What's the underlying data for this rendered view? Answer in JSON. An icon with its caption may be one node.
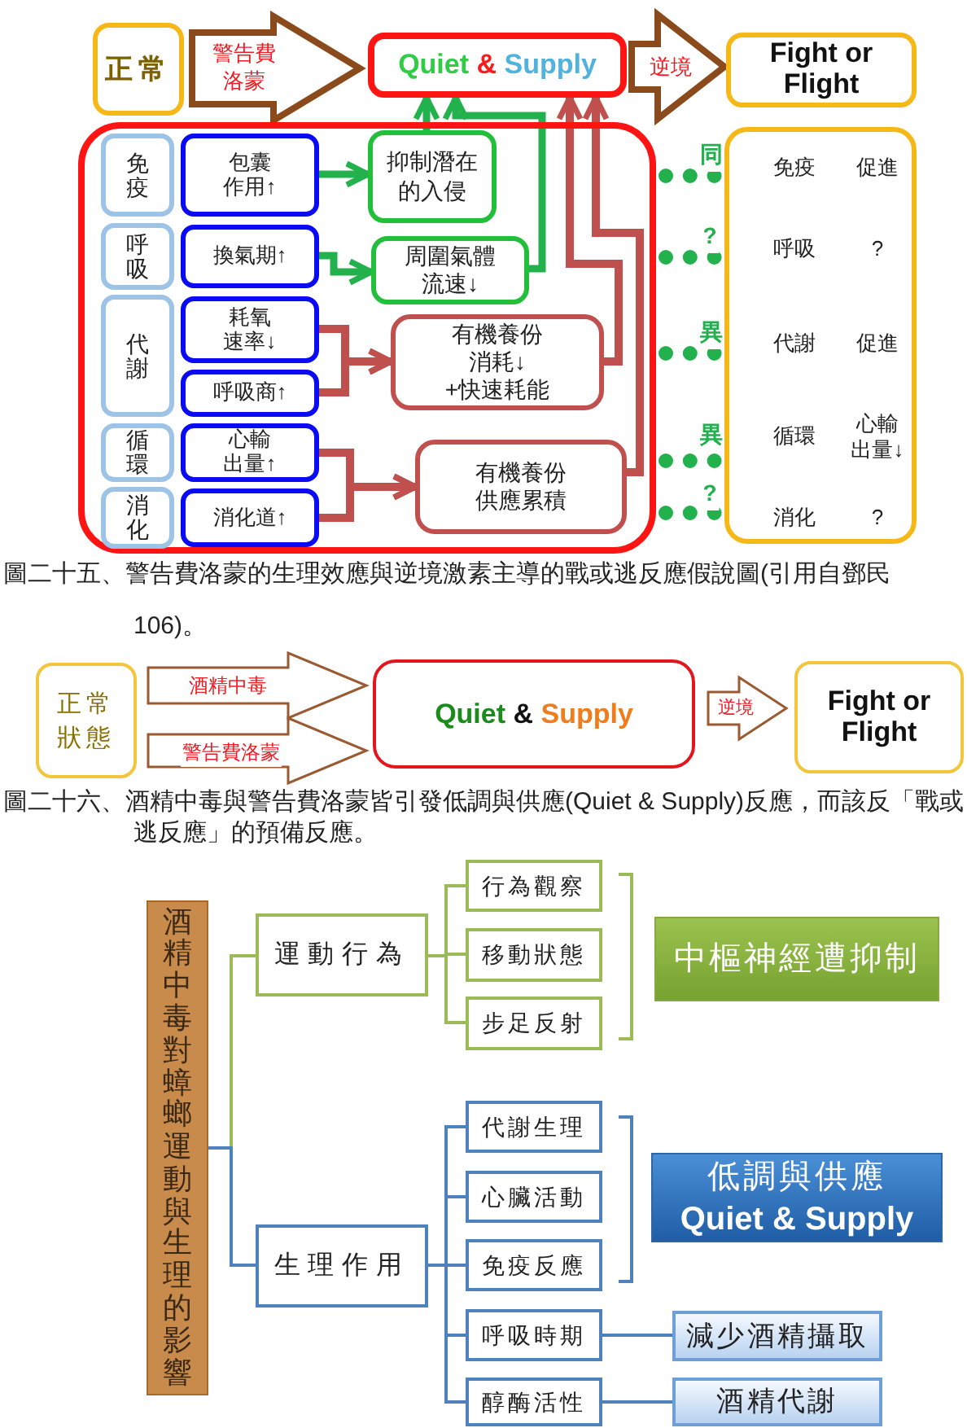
{
  "diagram": {
    "nodes": [
      {
        "text": [
          "正常"
        ]
      },
      {
        "text": [
          "Quiet & Supply"
        ]
      },
      {
        "text": [
          "Fight or Flight"
        ]
      },
      {
        "text": [],
        "shape": "box"
      },
      {
        "text": [
          "免疫"
        ],
        "in": 3
      },
      {
        "text": [
          "包囊作用↑"
        ],
        "in": 3
      },
      {
        "text": [
          "抑制潛在的入侵"
        ],
        "in": 3
      },
      {
        "text": [
          "呼吸"
        ],
        "in": 3
      },
      {
        "text": [
          "換氣期↑"
        ],
        "in": 3
      },
      {
        "text": [
          "周圍氣體流速↓"
        ],
        "in": 3
      },
      {
        "text": [
          "代謝"
        ],
        "in": 3
      },
      {
        "text": [
          "耗氧速率↓"
        ],
        "in": 3
      },
      {
        "text": [
          "有機養份消耗↓",
          "+快速耗能"
        ],
        "in": 3
      },
      {
        "text": [
          "呼吸商↑"
        ],
        "in": 3
      },
      {
        "text": [
          "循環"
        ],
        "in": 3
      },
      {
        "text": [
          "心輸出量↑"
        ],
        "in": 3
      },
      {
        "text": [
          "有機養份供應累積"
        ],
        "in": 3
      },
      {
        "text": [
          "消化"
        ],
        "in": 3
      },
      {
        "text": [
          "消化道↑"
        ],
        "in": 3
      },
      {
        "text": [
          "免疫",
          "促進",
          "呼吸",
          "?",
          "代謝",
          "促進",
          "循環",
          "心輸出量↓",
          "消化",
          "?"
        ]
      },
      {
        "text": [
          "正常狀態"
        ]
      },
      {
        "text": [
          "Quiet & Supply"
        ]
      },
      {
        "text": [
          "Fight or Flight"
        ]
      },
      {
        "text": [
          "酒精中毒對蟑螂運動與生理的影響"
        ]
      },
      {
        "text": [
          "運動行為"
        ]
      },
      {
        "text": [
          "行為觀察"
        ]
      },
      {
        "text": [
          "移動狀態"
        ]
      },
      {
        "text": [
          "步足反射"
        ]
      },
      {
        "text": [
          "中樞神經遭抑制"
        ]
      },
      {
        "text": [
          "生理作用"
        ]
      },
      {
        "text": [
          "代謝生理"
        ]
      },
      {
        "text": [
          "心臟活動"
        ]
      },
      {
        "text": [
          "免疫反應"
        ]
      },
      {
        "text": [
          "低調與供應",
          "Quiet & Supply"
        ]
      },
      {
        "text": [
          "呼吸時期"
        ]
      },
      {
        "text": [
          "減少酒精攝取"
        ]
      },
      {
        "text": [
          "醇酶活性"
        ]
      },
      {
        "text": [
          "酒精代謝"
        ]
      }
    ],
    "edges": [
      {
        "from": 0,
        "to": 1,
        "arrow": "to",
        "label": "警告費洛蒙",
        "style": "thick",
        "color": "#8b4a1c"
      },
      {
        "from": 1,
        "to": 2,
        "arrow": "to",
        "label": "逆境",
        "style": "thick",
        "color": "#8b4a1c"
      },
      {
        "from": 5,
        "to": 6,
        "arrow": "to"
      },
      {
        "from": 8,
        "to": 9,
        "arrow": "to"
      },
      {
        "from": 11,
        "to": 12,
        "arrow": "to",
        "color": "#c0504d"
      },
      {
        "from": 13,
        "to": 12,
        "arrow": "to",
        "color": "#c0504d"
      },
      {
        "from": 15,
        "to": 16,
        "arrow": "to",
        "color": "#c0504d"
      },
      {
        "from": 18,
        "to": 16,
        "arrow": "to",
        "color": "#c0504d"
      },
      {
        "from": 6,
        "to": 1,
        "arrow": "to"
      },
      {
        "from": 9,
        "to": 1,
        "arrow": "to"
      },
      {
        "from": 12,
        "to": 1,
        "arrow": "to",
        "color": "#c0504d"
      },
      {
        "from": 16,
        "to": 1,
        "arrow": "to",
        "color": "#c0504d"
      },
      {
        "from": 3,
        "to": 19,
        "arrow": "none",
        "label": "同",
        "style": "dashed"
      },
      {
        "from": 3,
        "to": 19,
        "arrow": "none",
        "label": "?",
        "style": "dashed"
      },
      {
        "from": 3,
        "to": 19,
        "arrow": "none",
        "label": "異",
        "style": "dashed"
      },
      {
        "from": 3,
        "to": 19,
        "arrow": "none",
        "label": "異",
        "style": "dashed"
      },
      {
        "from": 3,
        "to": 19,
        "arrow": "none",
        "label": "?",
        "style": "dashed"
      },
      {
        "from": 20,
        "to": 21,
        "arrow": "to",
        "label": "酒精中毒",
        "style": "thick",
        "color": "#9a5a32"
      },
      {
        "from": 20,
        "to": 21,
        "arrow": "to",
        "label": "警告費洛蒙",
        "style": "thick",
        "color": "#9a5a32"
      },
      {
        "from": 21,
        "to": 22,
        "arrow": "to",
        "label": "逆境",
        "style": "thick",
        "color": "#9a5a32"
      },
      {
        "from": 23,
        "to": 24,
        "arrow": "none",
        "color": "#9bbb59"
      },
      {
        "from": 23,
        "to": 29,
        "arrow": "none",
        "color": "#4f81bd"
      },
      {
        "from": 24,
        "to": 25,
        "arrow": "none",
        "color": "#9bbb59"
      },
      {
        "from": 24,
        "to": 26,
        "arrow": "none",
        "color": "#9bbb59"
      },
      {
        "from": 24,
        "to": 27,
        "arrow": "none",
        "color": "#9bbb59"
      },
      {
        "from": 29,
        "to": 30,
        "arrow": "none",
        "color": "#4f81bd"
      },
      {
        "from": 29,
        "to": 31,
        "arrow": "none",
        "color": "#4f81bd"
      },
      {
        "from": 29,
        "to": 32,
        "arrow": "none",
        "color": "#4f81bd"
      },
      {
        "from": 29,
        "to": 34,
        "arrow": "none",
        "color": "#4f81bd"
      },
      {
        "from": 29,
        "to": 36,
        "arrow": "none",
        "color": "#4f81bd"
      },
      {
        "from": 34,
        "to": 35,
        "arrow": "none",
        "color": "#4f81bd"
      },
      {
        "from": 36,
        "to": 37,
        "arrow": "none",
        "color": "#4f81bd"
      }
    ],
    "labels": [
      "圖二十五、警告費洛蒙的生理效應與逆境激素主導的戰或逃反應假說圖(引用自鄧民 106)。",
      "圖二十六、酒精中毒與警告費洛蒙皆引發低調與供應(Quiet & Supply)反應，而該反「戰或逃反應」的預備反應。"
    ]
  }
}
